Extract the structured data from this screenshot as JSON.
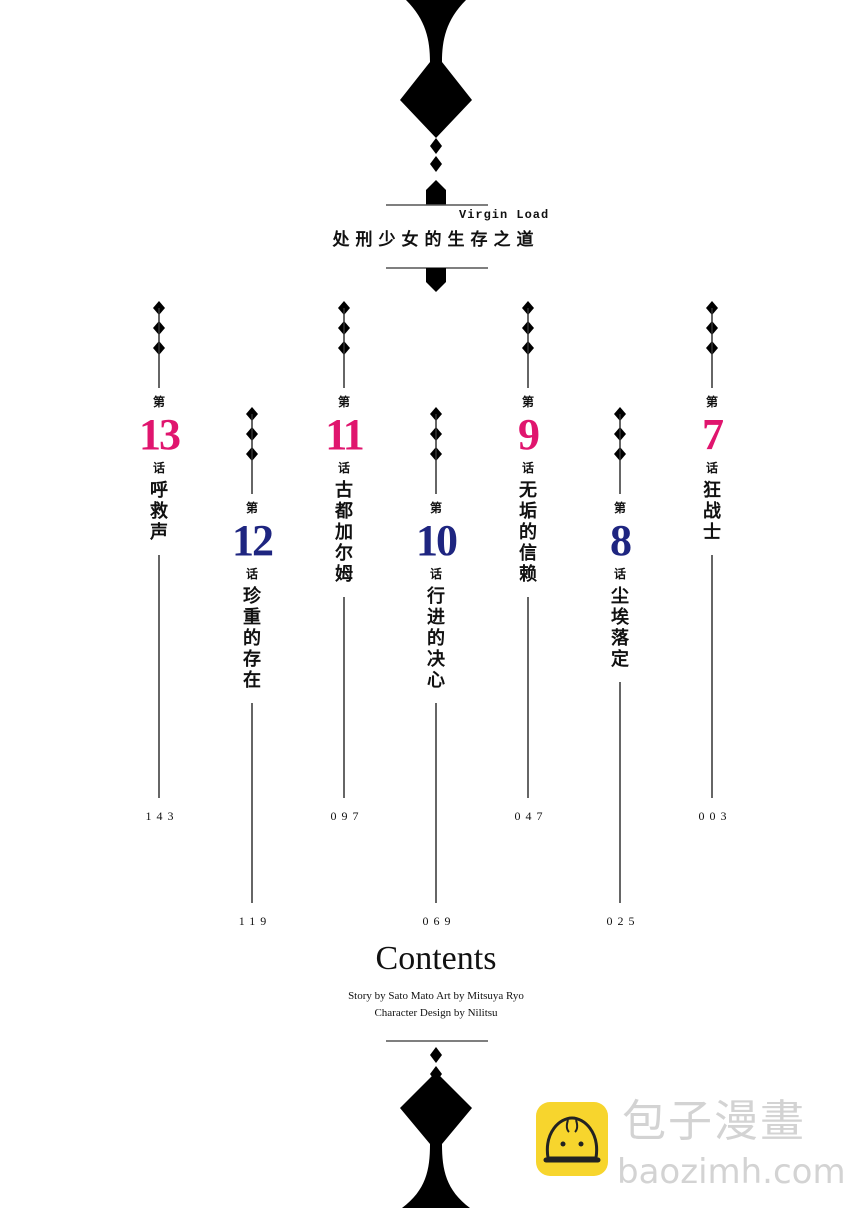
{
  "header": {
    "title_cn": "处刑少女的生存之道",
    "title_en": "Virgin Load"
  },
  "colors": {
    "odd_accent": "#e0156e",
    "even_accent": "#1e2580",
    "ornament": "#000000"
  },
  "labels": {
    "di": "第",
    "hua": "话"
  },
  "chapters": [
    {
      "number": "13",
      "title": "呼救声",
      "page": "143"
    },
    {
      "number": "12",
      "title": "珍重的存在",
      "page": "119"
    },
    {
      "number": "11",
      "title": "古都加尔姆",
      "page": "097"
    },
    {
      "number": "10",
      "title": "行进的决心",
      "page": "069"
    },
    {
      "number": "9",
      "title": "无垢的信赖",
      "page": "047"
    },
    {
      "number": "8",
      "title": "尘埃落定",
      "page": "025"
    },
    {
      "number": "7",
      "title": "狂战士",
      "page": "003"
    }
  ],
  "footer": {
    "contents": "Contents",
    "credits_line1": "Story by Sato Mato Art by Mitsuya Ryo",
    "credits_line2": "Character Design by Nilitsu"
  },
  "watermark": {
    "name_cn": "包子漫畫",
    "domain": "baozimh.com"
  }
}
